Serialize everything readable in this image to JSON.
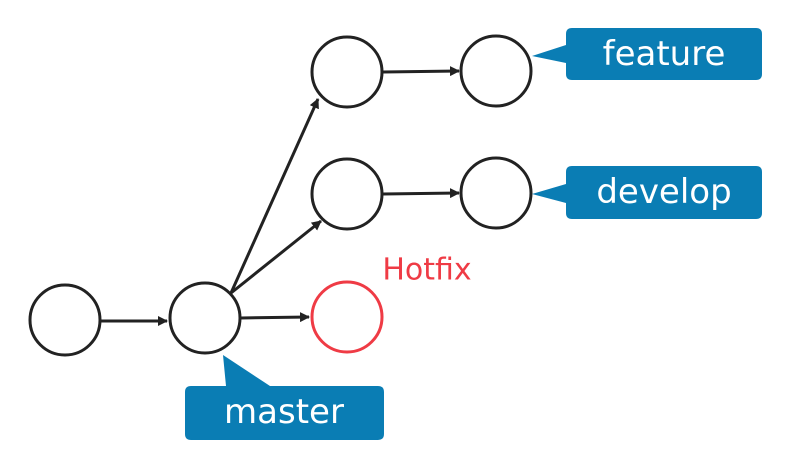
{
  "colors": {
    "node_stroke": "#222222",
    "hotfix": "#ef3b45",
    "label_bg": "#0a7db4",
    "label_text": "#ffffff"
  },
  "labels": {
    "feature": "feature",
    "develop": "develop",
    "master": "master",
    "hotfix": "Hotfix"
  }
}
